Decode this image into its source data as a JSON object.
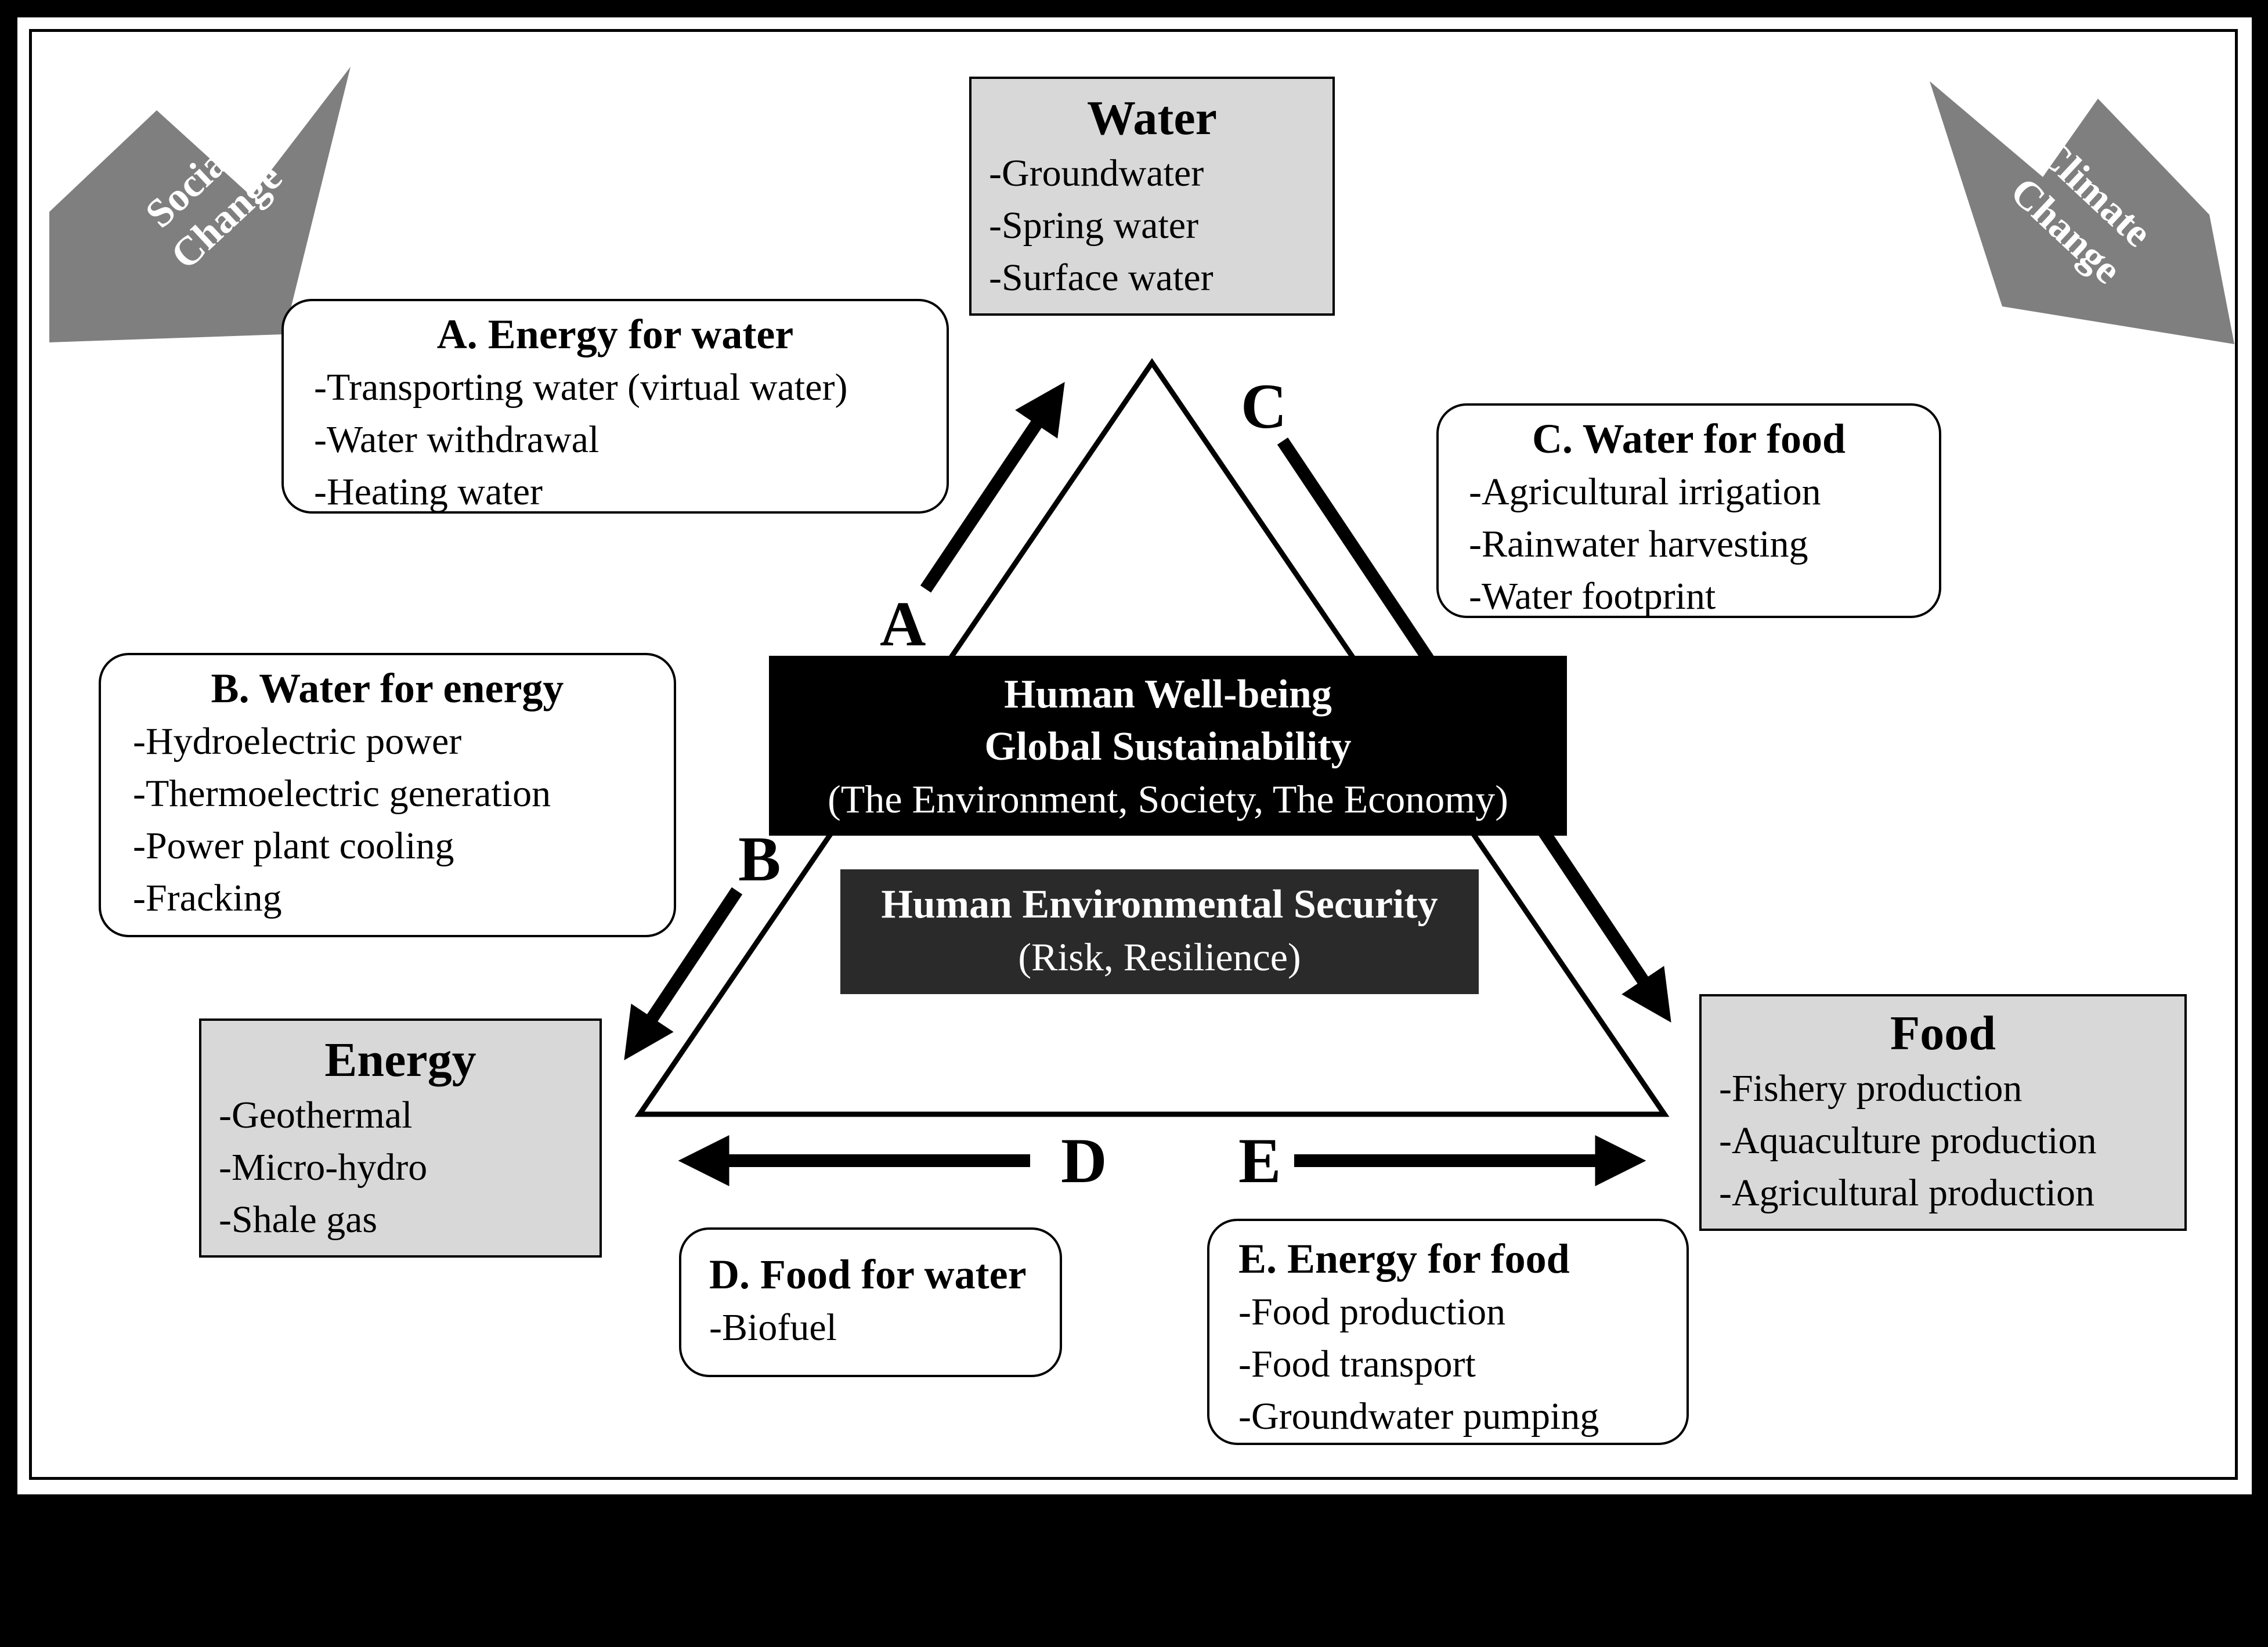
{
  "corners": {
    "left": {
      "line1": "Social",
      "line2": "Change"
    },
    "right": {
      "line1": "Climate",
      "line2": "Change"
    }
  },
  "nodes": {
    "water": {
      "title": "Water",
      "items": [
        "-Groundwater",
        "-Spring water",
        "-Surface water"
      ]
    },
    "energy": {
      "title": "Energy",
      "items": [
        "-Geothermal",
        "-Micro-hydro",
        "-Shale gas"
      ]
    },
    "food": {
      "title": "Food",
      "items": [
        "-Fishery production",
        "-Aquaculture production",
        "-Agricultural production"
      ]
    }
  },
  "links": {
    "A": {
      "letter": "A",
      "title": "A. Energy for water",
      "items": [
        "-Transporting water (virtual water)",
        "-Water withdrawal",
        "-Heating water"
      ]
    },
    "B": {
      "letter": "B",
      "title": "B. Water for energy",
      "items": [
        "-Hydroelectric power",
        "-Thermoelectric generation",
        "-Power plant cooling",
        "-Fracking"
      ]
    },
    "C": {
      "letter": "C",
      "title": "C. Water for food",
      "items": [
        "-Agricultural irrigation",
        "-Rainwater harvesting",
        "-Water footprint"
      ]
    },
    "D": {
      "letter": "D",
      "title": "D. Food for water",
      "items": [
        "-Biofuel"
      ]
    },
    "E": {
      "letter": "E",
      "title": "E. Energy for food",
      "items": [
        "-Food production",
        "-Food transport",
        "-Groundwater pumping"
      ]
    }
  },
  "center": {
    "wellbeing": {
      "line1": "Human Well-being",
      "line2": "Global Sustainability",
      "line3": "(The Environment, Society, The Economy)"
    },
    "security": {
      "line1": "Human Environmental Security",
      "line2": "(Risk, Resilience)"
    }
  }
}
